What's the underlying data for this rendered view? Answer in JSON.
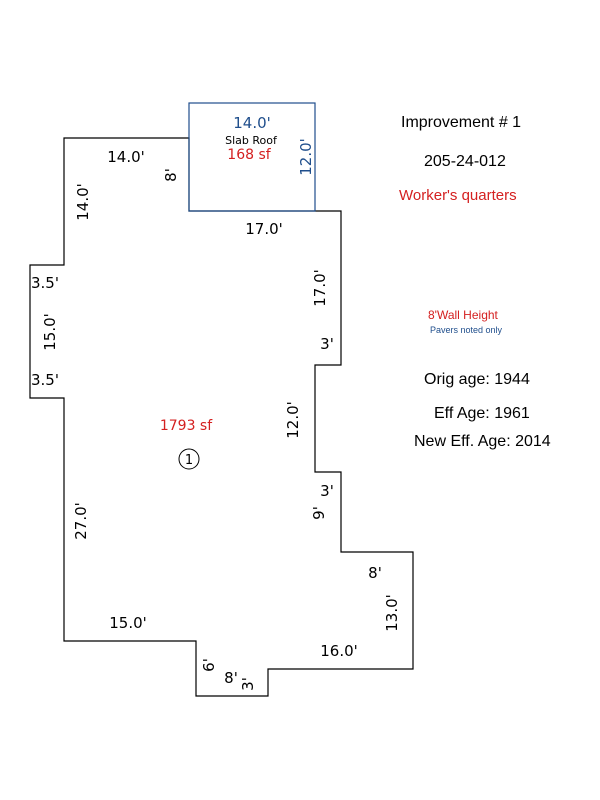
{
  "colors": {
    "main_outline": "#000000",
    "addition_outline": "#1f4e8c",
    "area_text": "#d42020",
    "blue_text": "#1f4e8c"
  },
  "info": {
    "improvement": "Improvement # 1",
    "parcel_number": "205-24-012",
    "building_use": "Worker's quarters",
    "wall_height": "8'Wall Height",
    "pavers_note": "Pavers noted only",
    "orig_age": "Orig age: 1944",
    "eff_age": "Eff Age: 1961",
    "new_eff_age": "New Eff. Age: 2014"
  },
  "addition": {
    "label": "Slab Roof",
    "area": "168 sf",
    "width_label": "14.0'",
    "depth_label": "12.0'",
    "offset_label": "8'"
  },
  "main_area": {
    "area": "1793 sf",
    "marker": "1"
  },
  "dimensions": {
    "top_left": "14.0'",
    "left_upper": "14.0'",
    "right_top": "17.0'",
    "right_upper": "17.0'",
    "step_a": "3'",
    "right_middle": "12.0'",
    "step_b": "3'",
    "right_jog": "9'",
    "step_c": "8'",
    "right_lower": "13.0'",
    "bottom_right": "16.0'",
    "bottom_step": "3'",
    "bottom_notch": "8'",
    "notch_side": "6'",
    "bottom_left": "15.0'",
    "left_lower": "27.0'",
    "left_step_top": "3.5'",
    "left_wing": "15.0'",
    "left_step_bottom": "3.5'"
  }
}
